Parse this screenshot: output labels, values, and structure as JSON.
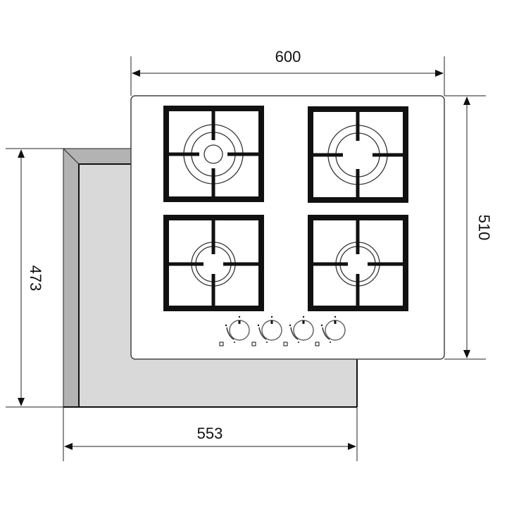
{
  "dimensions": {
    "hob_width": "600",
    "hob_depth": "510",
    "cutout_depth": "473",
    "cutout_width": "553"
  },
  "burners": [
    {
      "position": "rear-left",
      "type": "triple-ring"
    },
    {
      "position": "rear-right",
      "type": "large"
    },
    {
      "position": "front-left",
      "type": "small"
    },
    {
      "position": "front-right",
      "type": "small"
    }
  ],
  "knob_count": 4,
  "colors": {
    "cutout_fill": "#d9d9d9",
    "cutout_edge": "#b3b3b3",
    "hob_fill": "#ffffff",
    "line": "#111111"
  }
}
